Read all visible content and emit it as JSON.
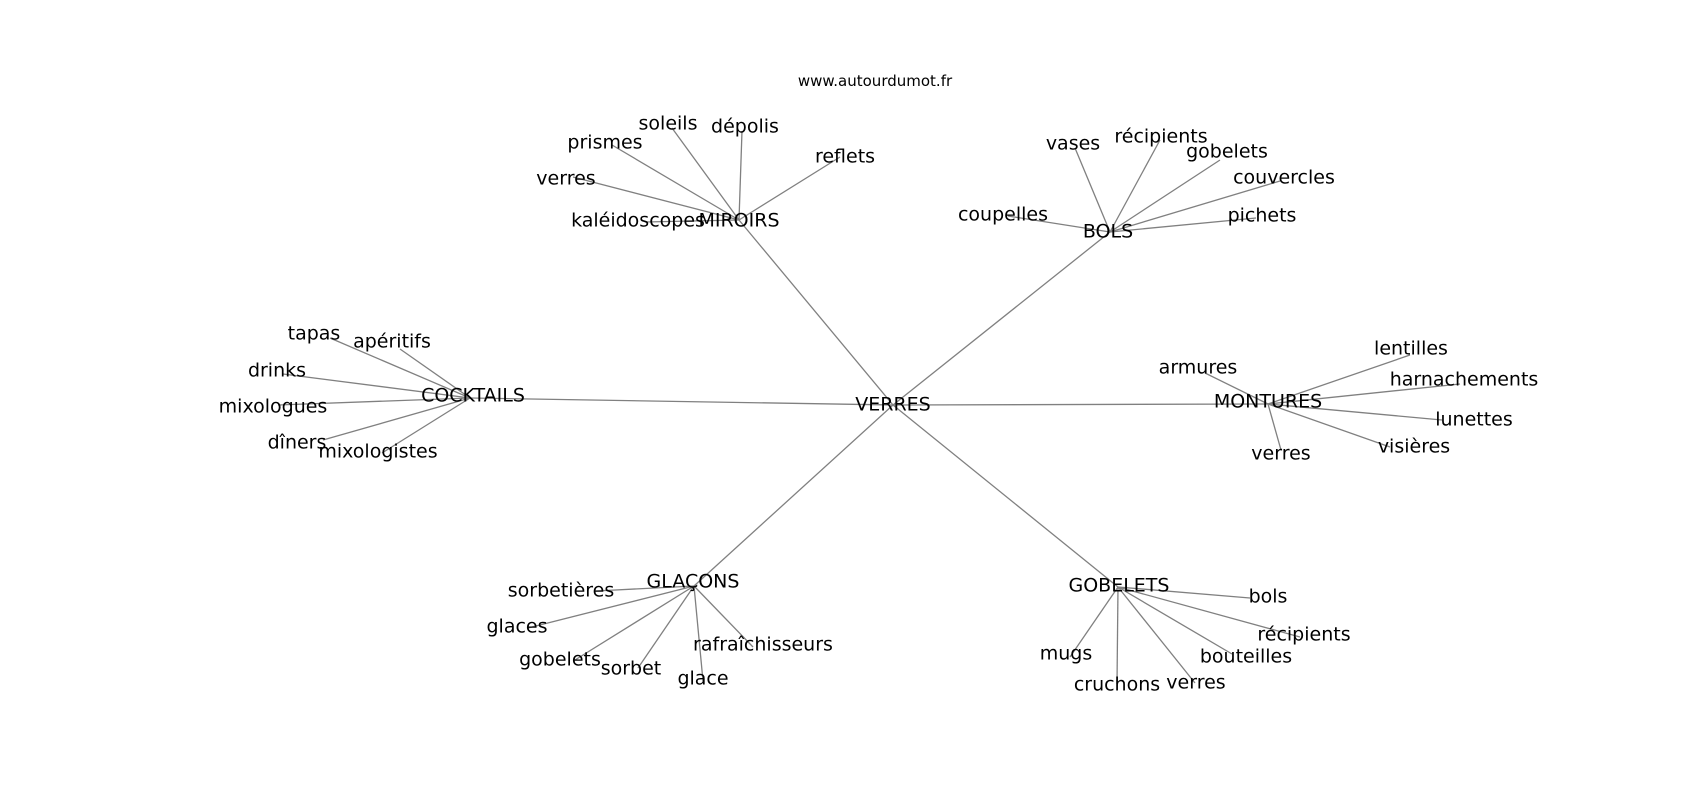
{
  "header": {
    "credit": "www.autourdumot.fr"
  },
  "graph": {
    "root": "VERRES",
    "clusters": [
      {
        "id": "miroirs",
        "label": "MIROIRS",
        "children": [
          "soleils",
          "dépolis",
          "prismes",
          "reflets",
          "verres",
          "kaléidoscopes"
        ]
      },
      {
        "id": "bols",
        "label": "BOLS",
        "children": [
          "vases",
          "récipients",
          "gobelets",
          "couvercles",
          "coupelles",
          "pichets"
        ]
      },
      {
        "id": "cocktails",
        "label": "COCKTAILS",
        "children": [
          "tapas",
          "apéritifs",
          "drinks",
          "mixologues",
          "dîners",
          "mixologistes"
        ]
      },
      {
        "id": "montures",
        "label": "MONTURES",
        "children": [
          "armures",
          "lentilles",
          "harnachements",
          "lunettes",
          "visières",
          "verres"
        ]
      },
      {
        "id": "glacons",
        "label": "GLAÇONS",
        "children": [
          "sorbetières",
          "glaces",
          "gobelets",
          "sorbet",
          "rafraîchisseurs",
          "glace"
        ]
      },
      {
        "id": "gobelets",
        "label": "GOBELETS",
        "children": [
          "bols",
          "récipients",
          "mugs",
          "bouteilles",
          "cruchons",
          "verres"
        ]
      }
    ]
  }
}
